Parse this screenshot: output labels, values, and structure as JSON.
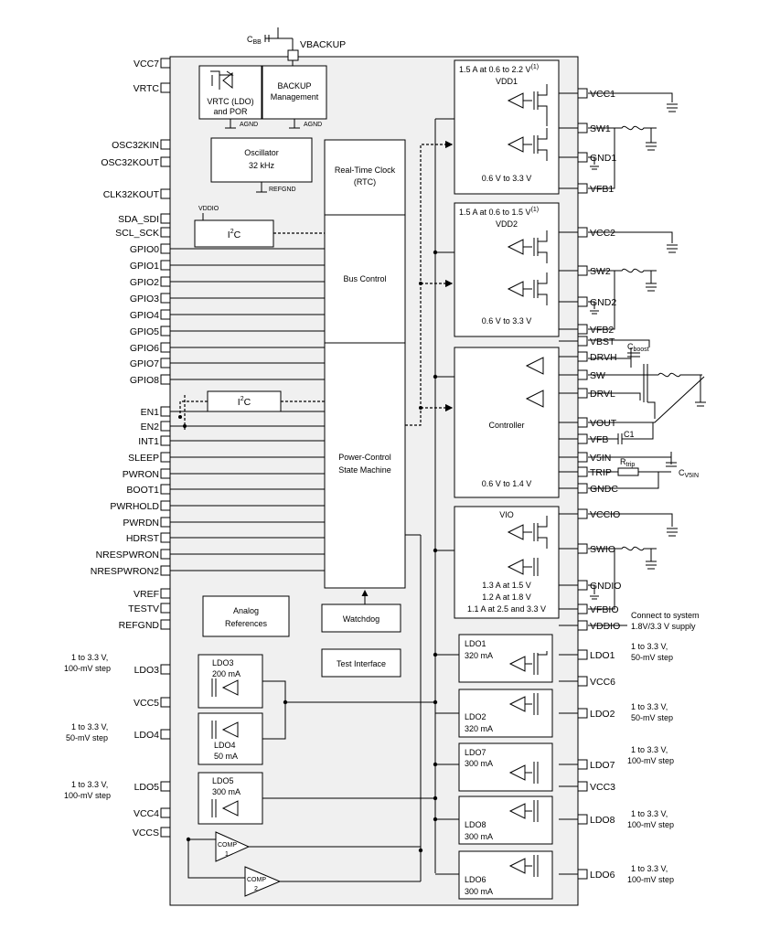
{
  "left_pins": [
    "VCC7",
    "VRTC",
    "OSC32KIN",
    "OSC32KOUT",
    "CLK32KOUT",
    "SDA_SDI",
    "SCL_SCK",
    "GPIO0",
    "GPIO1",
    "GPIO2",
    "GPIO3",
    "GPIO4",
    "GPIO5",
    "GPIO6",
    "GPIO7",
    "GPIO8",
    "EN1",
    "EN2",
    "INT1",
    "SLEEP",
    "PWRON",
    "BOOT1",
    "PWRHOLD",
    "PWRDN",
    "HDRST",
    "NRESPWRON",
    "NRESPWRON2",
    "VREF",
    "TESTV",
    "REFGND",
    "LDO3",
    "VCC5",
    "LDO4",
    "LDO5",
    "VCC4",
    "VCCS"
  ],
  "right_pins": [
    "VCC1",
    "SW1",
    "GND1",
    "VFB1",
    "VCC2",
    "SW2",
    "GND2",
    "VFB2",
    "VBST",
    "DRVH",
    "SW",
    "DRVL",
    "VOUT",
    "VFB",
    "V5IN",
    "TRIP",
    "GNDC",
    "VCCIO",
    "SWIO",
    "GNDIO",
    "VFBIO",
    "VDDIO",
    "LDO1",
    "VCC6",
    "LDO2",
    "LDO7",
    "VCC3",
    "LDO8",
    "LDO6"
  ],
  "top": {
    "cbb": "C",
    "cbb_sub": "BB",
    "vbackup": "VBACKUP"
  },
  "vrtc_block": {
    "line1": "VRTC (LDO)",
    "line2": "and POR",
    "agnd": "AGND"
  },
  "backup_block": {
    "line1": "BACKUP",
    "line2": "Management",
    "agnd": "AGND"
  },
  "osc_block": {
    "line1": "Oscillator",
    "line2": "32 kHz",
    "refgnd": "REFGND"
  },
  "rtc_block": {
    "line1": "Real-Time Clock",
    "line2": "(RTC)"
  },
  "i2c_top": {
    "label": "I",
    "sup": "2",
    "tail": "C",
    "vddio": "VDDIO"
  },
  "bus_control": "Bus Control",
  "i2c_mid": {
    "label": "I",
    "sup": "2",
    "tail": "C"
  },
  "psm": {
    "line1": "Power-Control",
    "line2": "State Machine"
  },
  "watchdog": "Watchdog",
  "test_interface": "Test Interface",
  "analog_refs": {
    "line1": "Analog",
    "line2": "References"
  },
  "vdd1": {
    "rating": "1.5 A at 0.6 to 2.2 V",
    "sup": "(1)",
    "name": "VDD1",
    "range": "0.6 V to 3.3 V"
  },
  "vdd2": {
    "rating": "1.5 A at 0.6 to 1.5 V",
    "sup": "(1)",
    "name": "VDD2",
    "range": "0.6 V to 3.3 V"
  },
  "controller": {
    "name": "Controller",
    "range": "0.6 V to 1.4 V",
    "cboost": "C",
    "cboost_sub": "boost",
    "c1": "C1",
    "rtrip": "R",
    "rtrip_sub": "trip",
    "cv5in": "C",
    "cv5in_sub": "V5IN"
  },
  "vio": {
    "name": "VIO",
    "l1": "1.3 A at 1.5 V",
    "l2": "1.2 A at 1.8 V",
    "l3": "1.1 A at 2.5 and 3.3 V"
  },
  "vddio_note": {
    "l1": "Connect to system",
    "l2": "1.8V/3.3 V supply"
  },
  "ldo_blocks": {
    "ldo1": {
      "name": "LDO1",
      "current": "320 mA"
    },
    "ldo2": {
      "name": "LDO2",
      "current": "320 mA"
    },
    "ldo7": {
      "name": "LDO7",
      "current": "300 mA"
    },
    "ldo8": {
      "name": "LDO8",
      "current": "300 mA"
    },
    "ldo6": {
      "name": "LDO6",
      "current": "300 mA"
    },
    "ldo3": {
      "name": "LDO3",
      "current": "200 mA"
    },
    "ldo4": {
      "name": "LDO4",
      "current": "50 mA"
    },
    "ldo5": {
      "name": "LDO5",
      "current": "300 mA"
    }
  },
  "annotations": {
    "ldo3": {
      "l1": "1 to 3.3 V,",
      "l2": "100-mV step"
    },
    "ldo4": {
      "l1": "1 to 3.3 V,",
      "l2": "50-mV step"
    },
    "ldo5": {
      "l1": "1 to 3.3 V,",
      "l2": "100-mV step"
    },
    "ldo1": {
      "l1": "1 to 3.3 V,",
      "l2": "50-mV step"
    },
    "ldo2": {
      "l1": "1 to 3.3 V,",
      "l2": "50-mV step"
    },
    "ldo7": {
      "l1": "1 to 3.3 V,",
      "l2": "100-mV step"
    },
    "ldo8": {
      "l1": "1 to 3.3 V,",
      "l2": "100-mV step"
    },
    "ldo6": {
      "l1": "1 to 3.3 V,",
      "l2": "100-mV step"
    }
  },
  "comp1": {
    "l1": "COMP",
    "l2": "1"
  },
  "comp2": {
    "l1": "COMP",
    "l2": "2"
  }
}
